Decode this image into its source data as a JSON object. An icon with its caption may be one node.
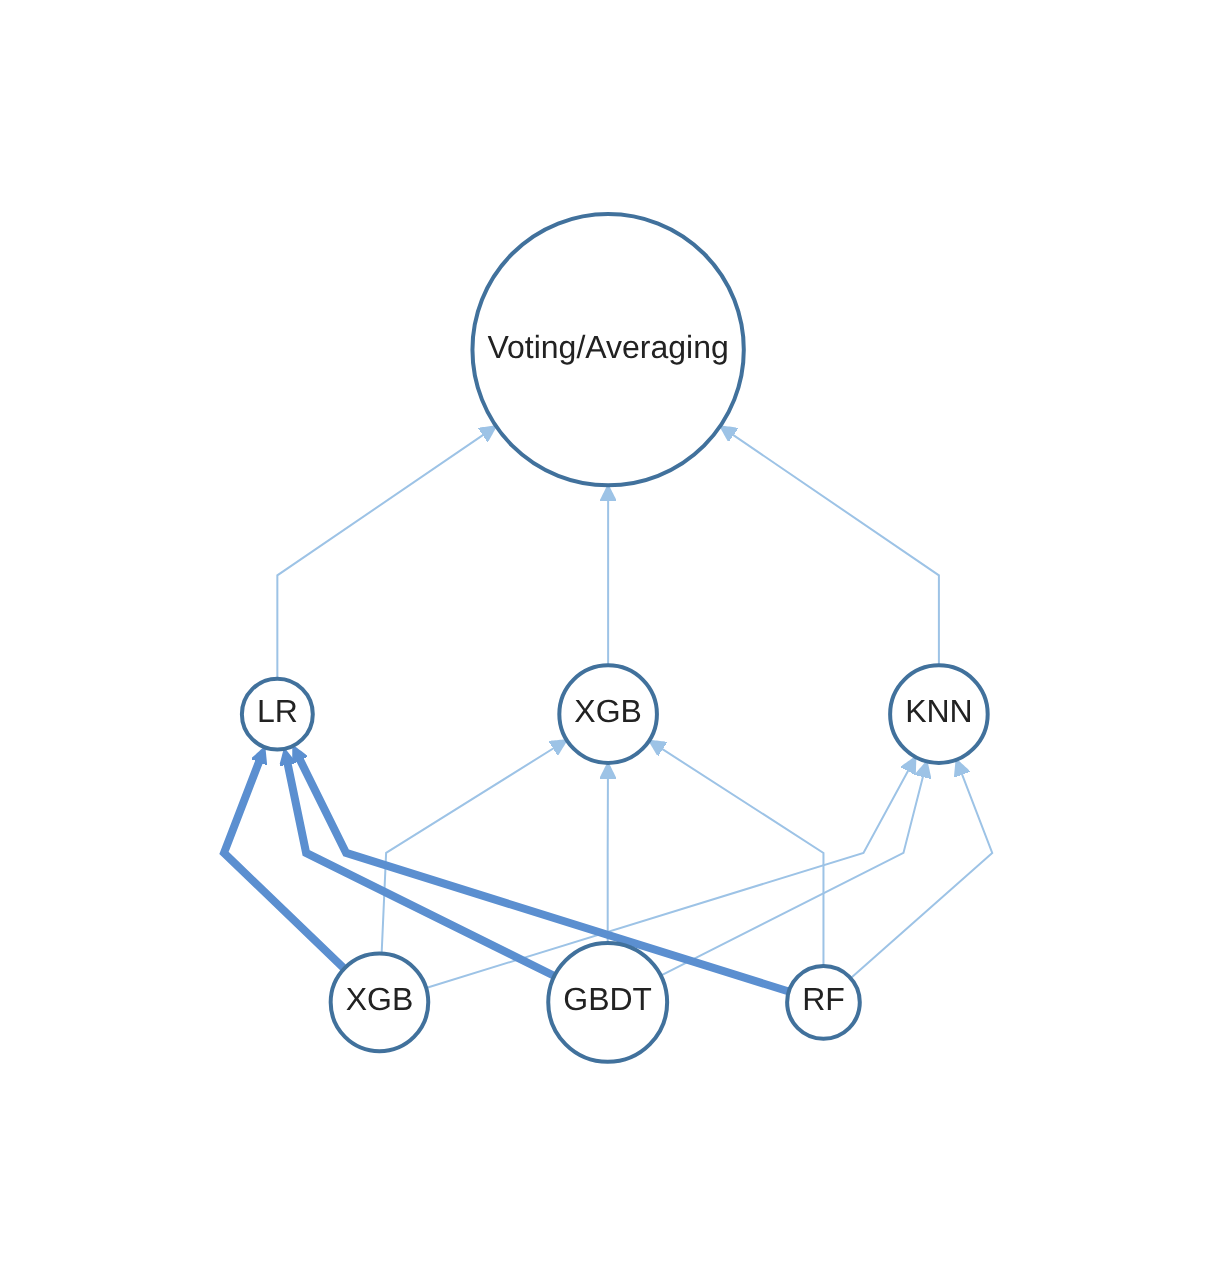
{
  "diagram": {
    "nodes": [
      {
        "text": [
          "Voting/Averaging"
        ]
      },
      {
        "text": [
          "LR"
        ]
      },
      {
        "text": [
          "XGB"
        ]
      },
      {
        "text": [
          "KNN"
        ]
      },
      {
        "text": [
          "XGB"
        ]
      },
      {
        "text": [
          "GBDT"
        ]
      },
      {
        "text": [
          "RF"
        ]
      }
    ],
    "edges": [
      {
        "from": 1,
        "to": 0,
        "arrow": "to"
      },
      {
        "from": 2,
        "to": 0,
        "arrow": "to"
      },
      {
        "from": 3,
        "to": 0,
        "arrow": "to"
      },
      {
        "from": 4,
        "to": 1,
        "arrow": "to",
        "style": "thick",
        "color": "#5b8fd0"
      },
      {
        "from": 4,
        "to": 2,
        "arrow": "to"
      },
      {
        "from": 4,
        "to": 3,
        "arrow": "to"
      },
      {
        "from": 5,
        "to": 1,
        "arrow": "to",
        "style": "thick",
        "color": "#5b8fd0"
      },
      {
        "from": 5,
        "to": 2,
        "arrow": "to"
      },
      {
        "from": 5,
        "to": 3,
        "arrow": "to"
      },
      {
        "from": 6,
        "to": 1,
        "arrow": "to",
        "style": "thick",
        "color": "#5b8fd0"
      },
      {
        "from": 6,
        "to": 2,
        "arrow": "to"
      },
      {
        "from": 6,
        "to": 3,
        "arrow": "to"
      }
    ]
  }
}
